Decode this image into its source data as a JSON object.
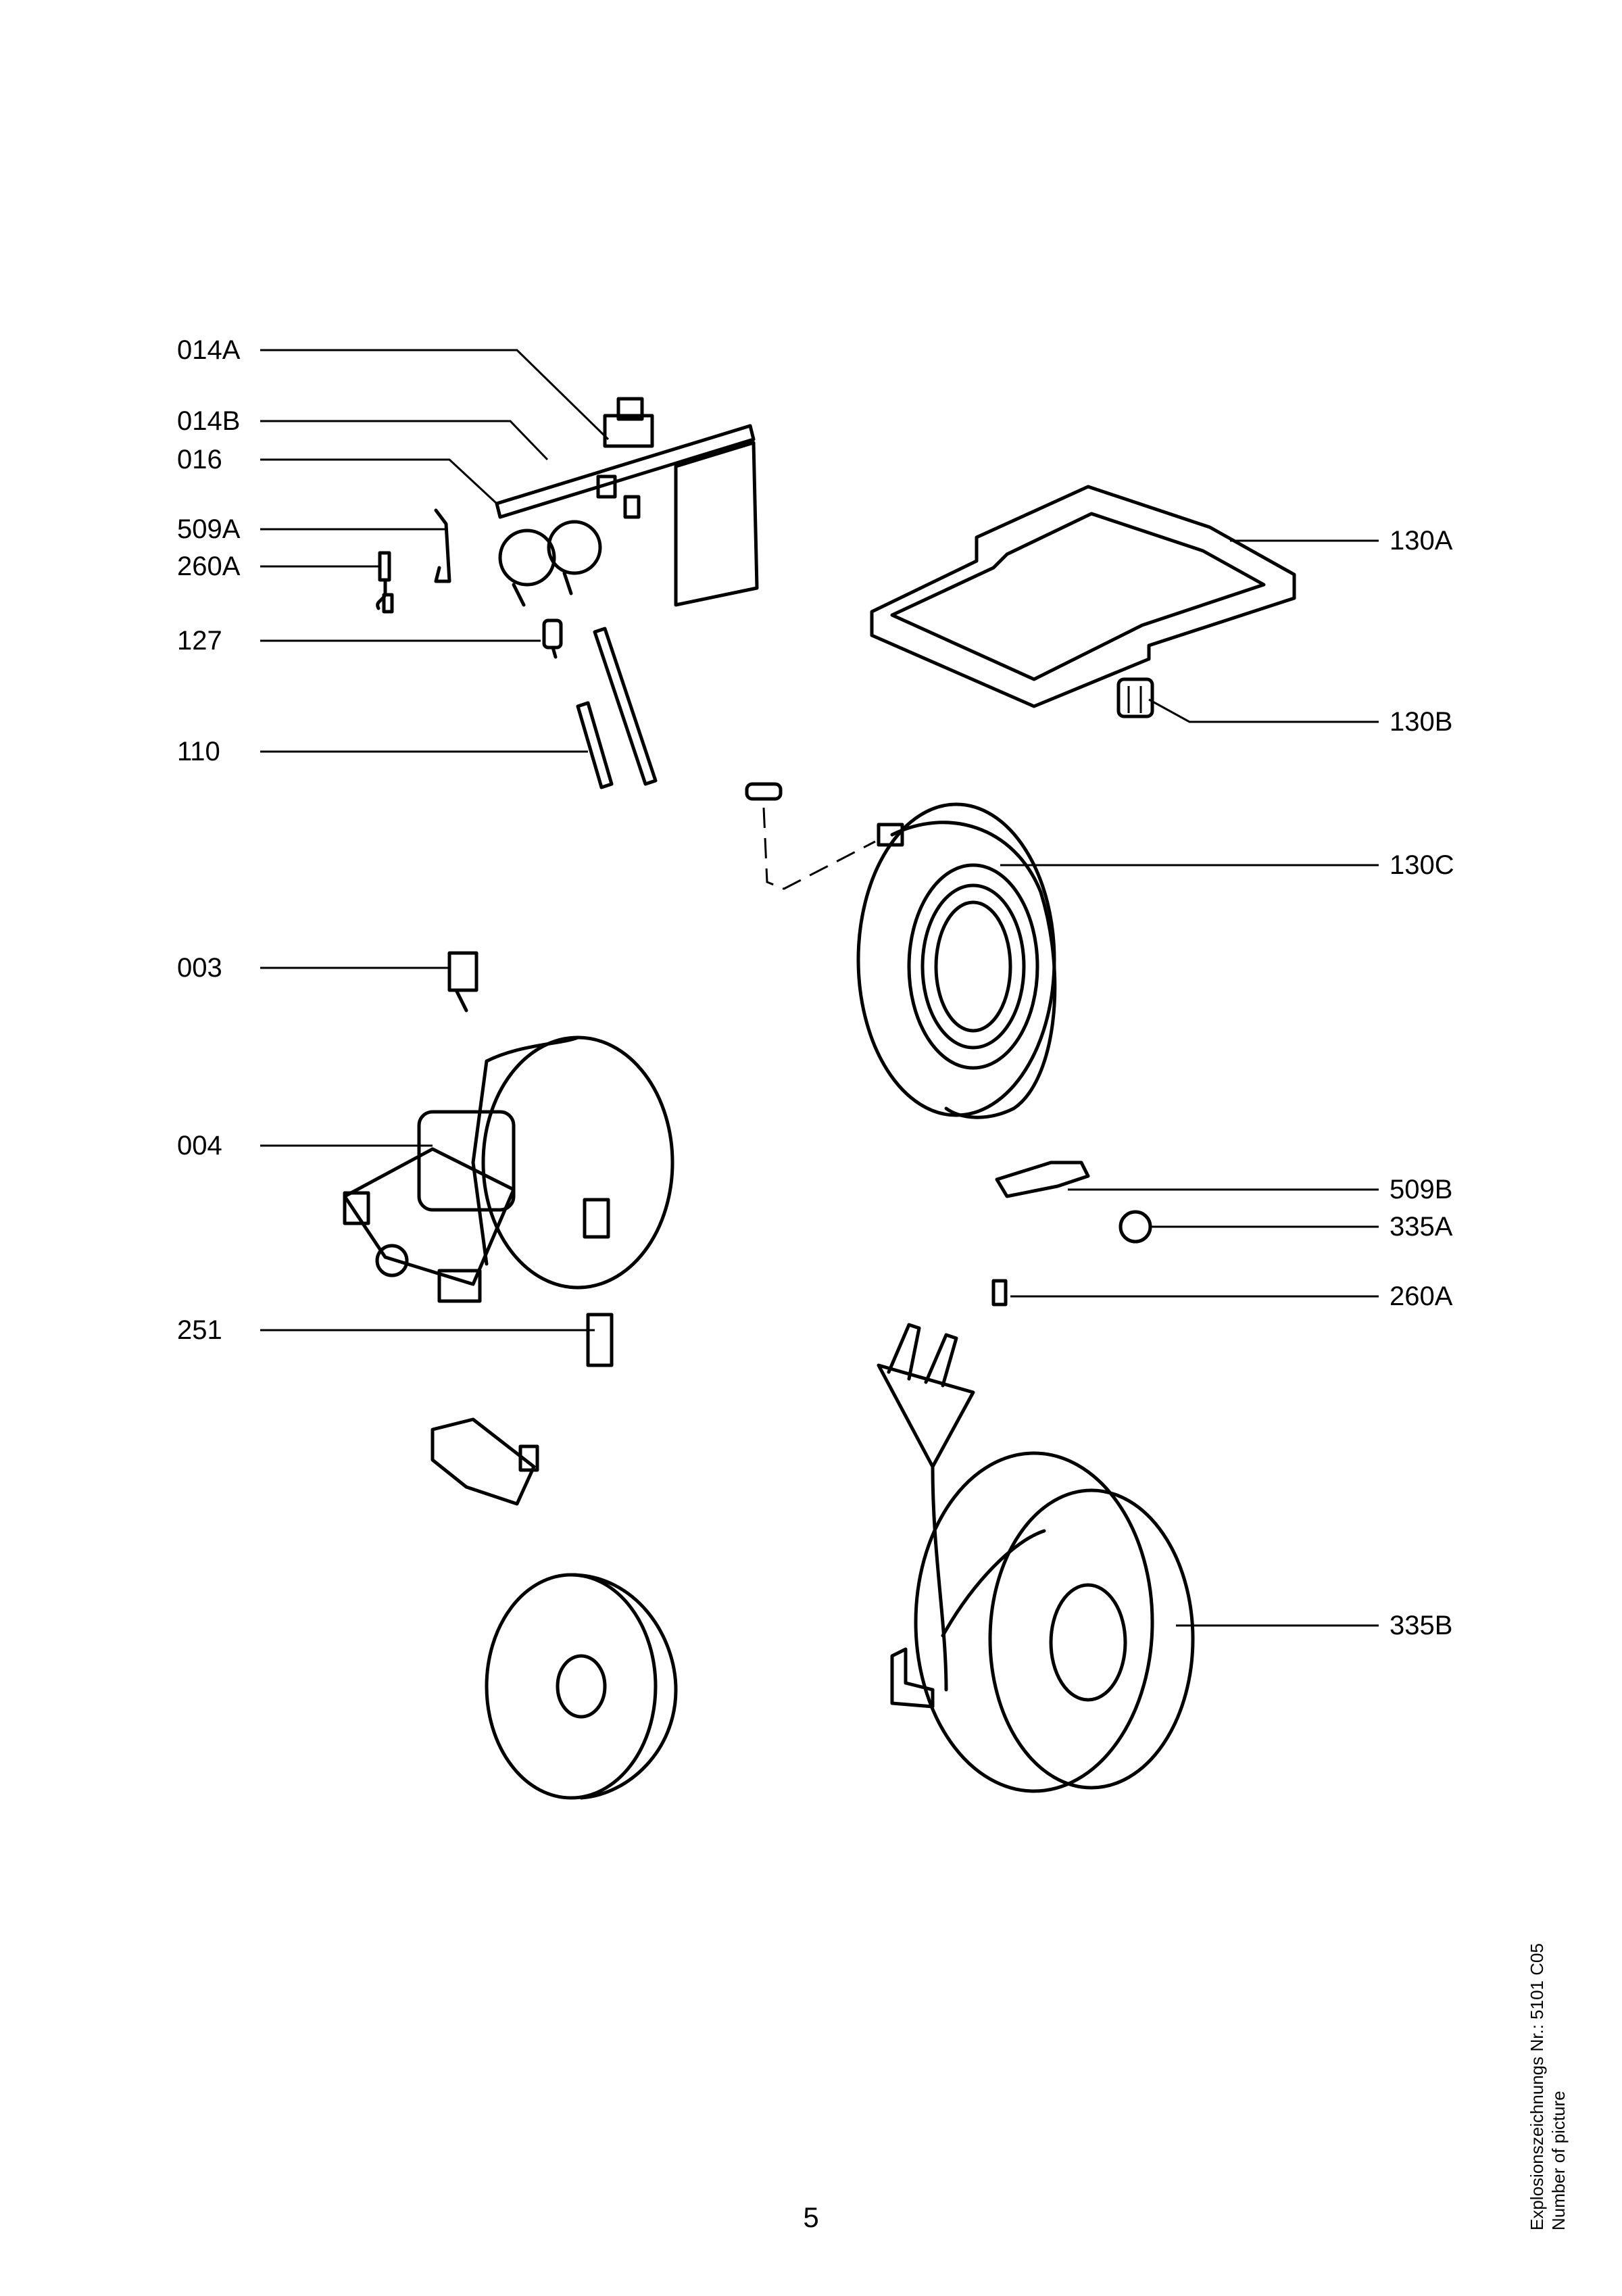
{
  "parts": [
    {
      "id": "014A"
    },
    {
      "id": "014B"
    },
    {
      "id": "016"
    },
    {
      "id": "509A"
    },
    {
      "id": "260A"
    },
    {
      "id": "127"
    },
    {
      "id": "110"
    },
    {
      "id": "003"
    },
    {
      "id": "004"
    },
    {
      "id": "251"
    },
    {
      "id": "130A"
    },
    {
      "id": "130B"
    },
    {
      "id": "130C"
    },
    {
      "id": "509B"
    },
    {
      "id": "335A"
    },
    {
      "id": "260A"
    },
    {
      "id": "335B"
    }
  ],
  "footer": {
    "page_number": "5",
    "drawing_number": "Explosionszeichnungs Nr.: 5101 C05",
    "caption": "Number of picture"
  }
}
